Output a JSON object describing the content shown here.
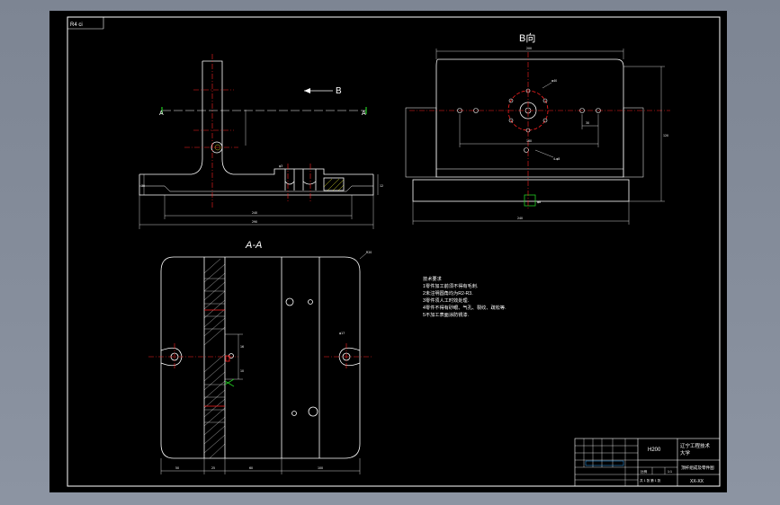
{
  "sheet": {
    "corner_tag": "R4 ci"
  },
  "views": {
    "section_a_label": "A-A",
    "view_b_label": "B向",
    "section_arrow_label": "B",
    "section_mark_left": "A",
    "section_mark_right": "A"
  },
  "tech_notes": [
    "技术要求",
    "1零件加工前须不得有毛刺.",
    "2未注明圆角均为R2-R3.",
    "3零件须人工时效处理.",
    "4零件不得有砂眼、气孔、裂纹、疏松等.",
    "5不加工表面涂防锈漆."
  ],
  "title_block": {
    "material": "H200",
    "school_line1": "辽宁工程技术",
    "school_line2": "大学",
    "part_name": "顶杆组成及零件图",
    "drawing_no": "XX-XX",
    "scale_label": "比例",
    "scale_value": "1:1",
    "sheet_label": "共 1 张  第 1 张"
  },
  "colors": {
    "background": "#000000",
    "line": "#ffffff",
    "centerline": "#ff2020",
    "dimension": "#ffffff",
    "accent_green": "#22cc22",
    "accent_yellow": "#ffff33",
    "title_cyan": "#33aaff",
    "frame_outer": "#7d8593"
  }
}
